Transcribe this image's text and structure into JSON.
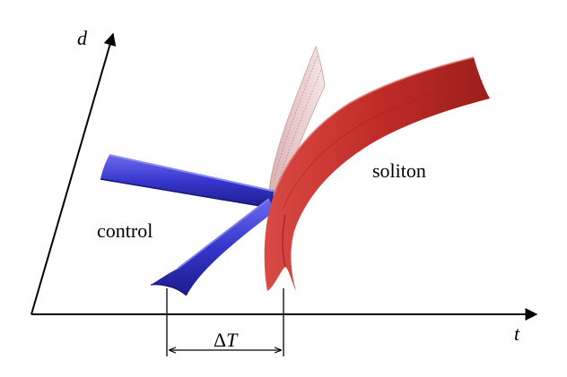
{
  "axes": {
    "vertical_label": "d",
    "horizontal_label": "t"
  },
  "labels": {
    "control": "control",
    "soliton": "soliton",
    "delta_prefix": "Δ",
    "delta_var": "T"
  },
  "colors": {
    "control_fill": "#3b3bd0",
    "control_dark": "#1e1e9a",
    "soliton_fill": "#c9302c",
    "soliton_dark": "#8e1c19",
    "ghost_fill": "#e9c9c9",
    "axis": "#000000"
  }
}
